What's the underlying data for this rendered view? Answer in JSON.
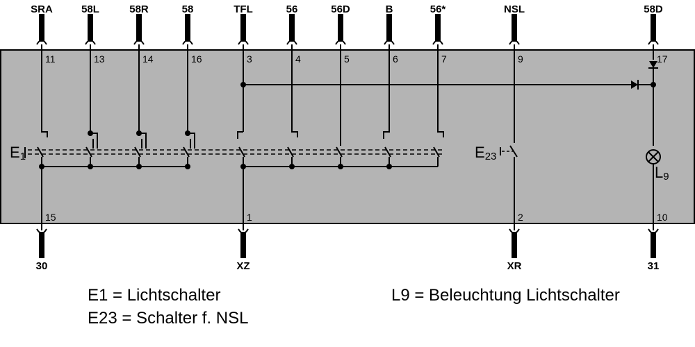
{
  "terminals_top": [
    {
      "label": "SRA",
      "pin": "11"
    },
    {
      "label": "58L",
      "pin": "13"
    },
    {
      "label": "58R",
      "pin": "14"
    },
    {
      "label": "58",
      "pin": "16"
    },
    {
      "label": "TFL",
      "pin": "3"
    },
    {
      "label": "56",
      "pin": "4"
    },
    {
      "label": "56D",
      "pin": "5"
    },
    {
      "label": "B",
      "pin": "6"
    },
    {
      "label": "56*",
      "pin": "7"
    },
    {
      "label": "NSL",
      "pin": "9"
    },
    {
      "label": "58D",
      "pin": "17"
    }
  ],
  "terminals_bottom": [
    {
      "label": "30",
      "pin": "15"
    },
    {
      "label": "XZ",
      "pin": "1"
    },
    {
      "label": "XR",
      "pin": "2"
    },
    {
      "label": "31",
      "pin": "10"
    }
  ],
  "components": {
    "e1": {
      "letter": "E",
      "sub": "1"
    },
    "e23": {
      "letter": "E",
      "sub": "23"
    },
    "l9": {
      "letter": "L",
      "sub": "9"
    }
  },
  "legend": {
    "e1": "E1 =  Lichtschalter",
    "e23": "E23 = Schalter f. NSL",
    "l9": "L9 = Beleuchtung Lichtschalter"
  },
  "colors": {
    "box_fill": "#b4b4b4",
    "line": "#000000"
  }
}
